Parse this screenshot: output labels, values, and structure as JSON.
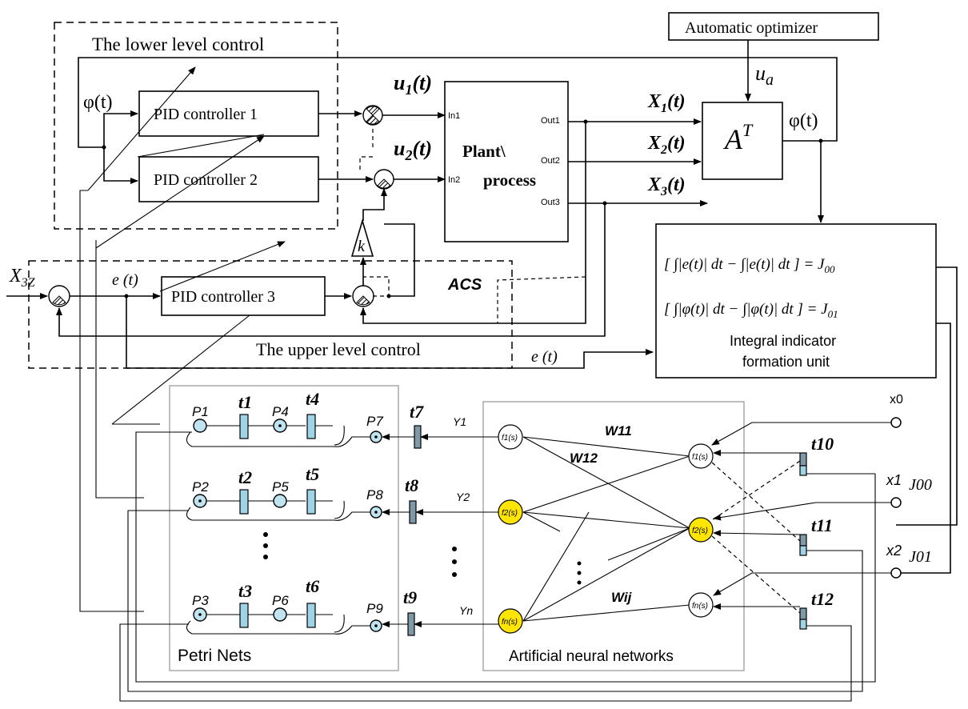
{
  "labels": {
    "lower_level": "The lower level control",
    "upper_level": "The upper level control",
    "acs": "ACS",
    "optimizer": "Automatic optimizer",
    "ua": "u",
    "ua_sub": "a",
    "at": "A",
    "at_sup": "T",
    "phi_t": "φ(t)",
    "phi_t_right": "φ(t)",
    "pid1": "PID controller 1",
    "pid2": "PID controller 2",
    "pid3": "PID controller 3",
    "u1": "u",
    "u1_sub": "1",
    "u1_tail": "(t)",
    "u2": "u",
    "u2_sub": "2",
    "u2_tail": "(t)",
    "plant_line1": "Plant\\",
    "plant_line2": "process",
    "in1": "In1",
    "in2": "In2",
    "out1": "Out1",
    "out2": "Out2",
    "out3": "Out3",
    "x1": "X",
    "x1_sub": "1",
    "x1_tail": "(t)",
    "x2": "X",
    "x2_sub": "2",
    "x2_tail": "(t)",
    "x3": "X",
    "x3_sub": "3",
    "x3_tail": "(t)",
    "x3z": "X",
    "x3z_sub": "3Z",
    "e_t_left": "e (t)",
    "e_t_bottom": "e (t)",
    "k": "k",
    "formula1": "[ ∫|e(t)| dt − ∫|e(t)| dt ] = J",
    "formula1_sub": "00",
    "formula2": "[ ∫|φ(t)| dt − ∫|φ(t)| dt ] = J",
    "formula2_sub": "01",
    "integral_line1": "Integral indicator",
    "integral_line2": "formation unit",
    "petri_nets": "Petri Nets",
    "ann": "Artificial neural networks",
    "places": [
      "P1",
      "P4",
      "P7",
      "P2",
      "P5",
      "P8",
      "P3",
      "P6",
      "P9"
    ],
    "transitions": [
      "t1",
      "t4",
      "t7",
      "t2",
      "t5",
      "t8",
      "t3",
      "t6",
      "t9",
      "t10",
      "t11",
      "t12"
    ],
    "y_labels": [
      "Y1",
      "Y2",
      "Yn"
    ],
    "weights": [
      "W11",
      "W12",
      "Wij"
    ],
    "inputs": [
      "x0",
      "x1",
      "x2"
    ],
    "j_labels": [
      "J00",
      "J01"
    ],
    "neurons_left": [
      "f1(s)",
      "f2(s)",
      "fn(s)"
    ],
    "neurons_right": [
      "f1(s)",
      "f2(s)",
      "fn(s)"
    ]
  }
}
